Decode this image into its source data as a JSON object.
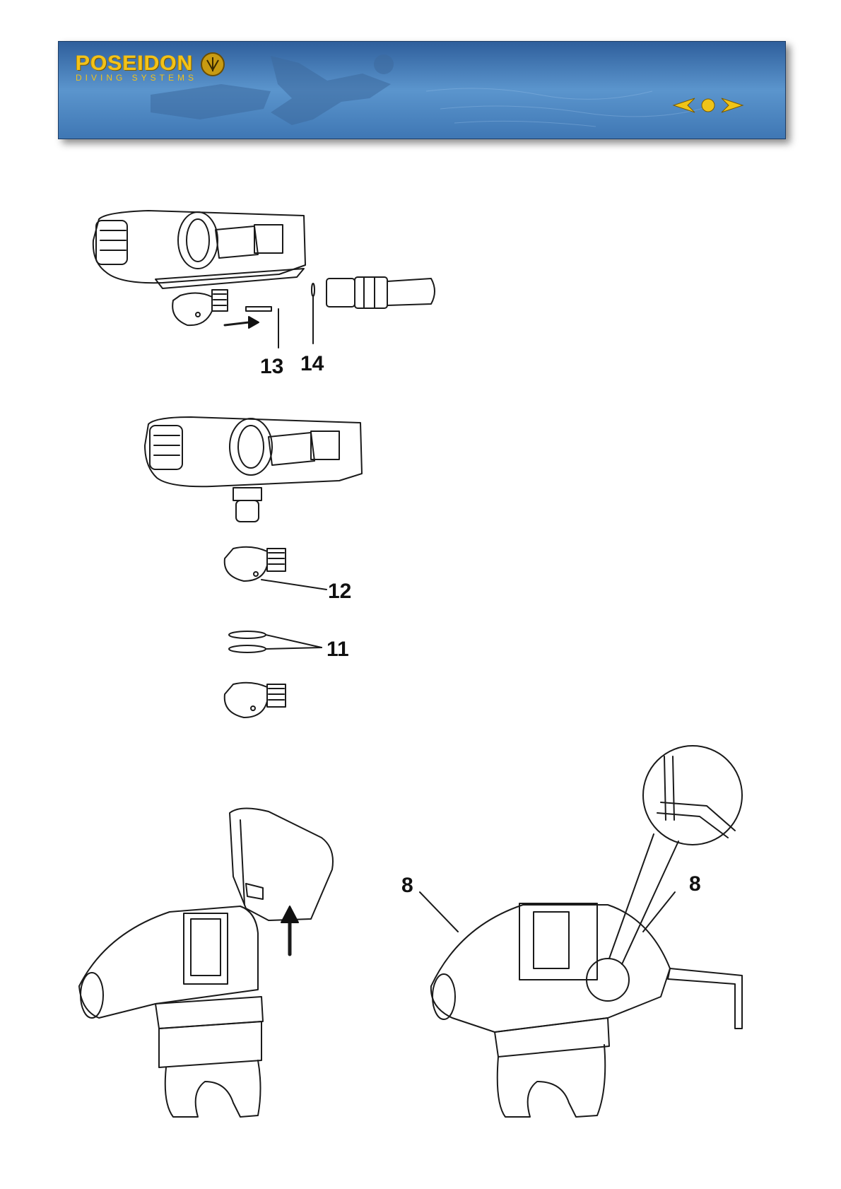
{
  "header": {
    "brand": "POSEIDON",
    "tagline": "DIVING SYSTEMS",
    "nav": {
      "prev_icon": "arrow-left-icon",
      "home_icon": "dot-icon",
      "next_icon": "arrow-right-icon"
    },
    "colors": {
      "brand": "#f2c21a",
      "banner": "#4f88c3"
    }
  },
  "figures": {
    "fig1": {
      "labels": [
        "13",
        "14"
      ]
    },
    "fig2": {
      "labels": [
        "12",
        "11"
      ]
    },
    "fig3": {
      "labels": []
    },
    "fig4": {
      "labels": [
        "8",
        "8"
      ]
    }
  }
}
